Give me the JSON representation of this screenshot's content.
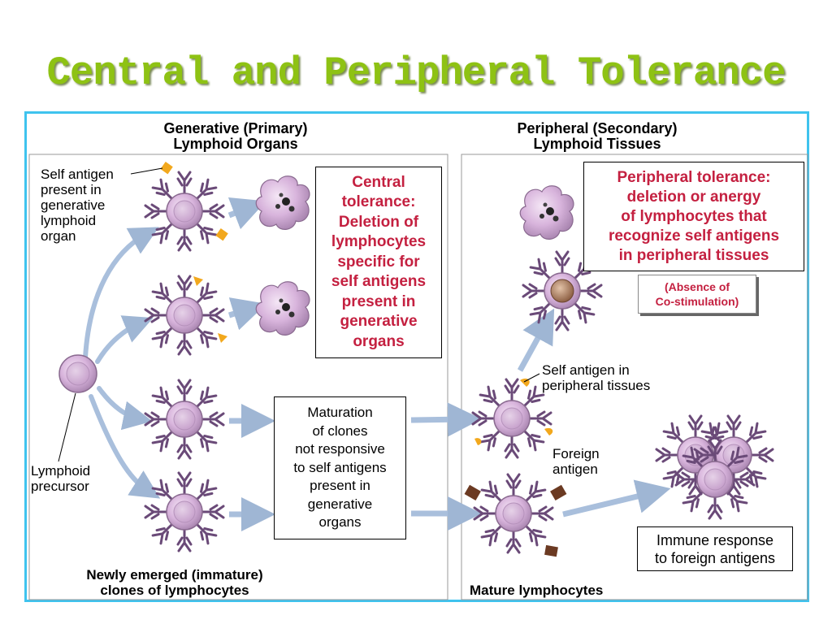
{
  "title": "Central and Peripheral Tolerance",
  "panels": {
    "left_header": [
      "Generative (Primary)",
      "Lymphoid Organs"
    ],
    "right_header": [
      "Peripheral (Secondary)",
      "Lymphoid Tissues"
    ]
  },
  "labels": {
    "self_antigen_generative": [
      "Self antigen",
      "present in",
      "generative",
      "lymphoid",
      "organ"
    ],
    "lymphoid_precursor": [
      "Lymphoid",
      "precursor"
    ],
    "self_antigen_peripheral": [
      "Self antigen in",
      "peripheral tissues"
    ],
    "foreign_antigen": [
      "Foreign",
      "antigen"
    ]
  },
  "boxes": {
    "central_tolerance": [
      "Central",
      "tolerance:",
      "Deletion of",
      "lymphocytes",
      "specific for",
      "self antigens",
      "present in",
      "generative",
      "organs"
    ],
    "peripheral_tolerance": [
      "Peripheral tolerance:",
      "deletion or anergy",
      "of lymphocytes that",
      "recognize self antigens",
      "in peripheral tissues"
    ],
    "costimulation": [
      "(Absence of",
      "Co-stimulation)"
    ],
    "maturation": [
      "Maturation",
      "of clones",
      "not responsive",
      "to self antigens",
      "present in",
      "generative",
      "organs"
    ],
    "immune_response": [
      "Immune response",
      "to foreign antigens"
    ]
  },
  "footers": {
    "left": [
      "Newly emerged (immature)",
      "clones of lymphocytes"
    ],
    "right": "Mature lymphocytes"
  },
  "colors": {
    "title": "#8ec214",
    "frame": "#3fc3ee",
    "red_text": "#c42040",
    "cell": "#d8b4dc",
    "receptor": "#6a4a78",
    "arrow": "#9fb6d4",
    "self_antigen": "#f2a81d",
    "foreign_antigen": "#6b3a22",
    "activated_cell": "#a67a5e"
  }
}
